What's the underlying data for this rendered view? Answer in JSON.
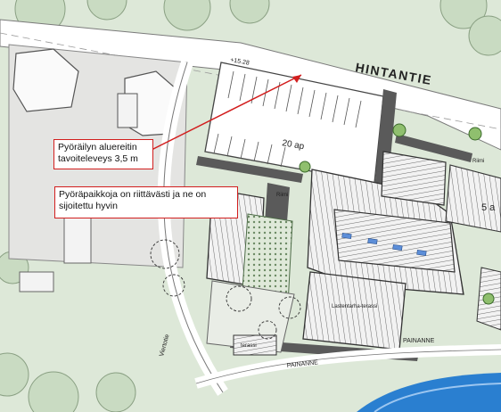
{
  "map": {
    "road_name": "HINTANTIE",
    "parking_label": "20 ap",
    "partial_label": "5 a",
    "elevation_label": "+15.28",
    "terrace_label_1": "terassi",
    "terrace_label_2": "Lastentarha-terassi",
    "footpath_label": "Viertotie",
    "depression_label_1": "PAINANNE",
    "depression_label_2": "PAINANNE",
    "bike_stall_label_1": "Riimi",
    "bike_stall_label_2": "Riimi"
  },
  "annotations": {
    "callout_1": "Pyöräilyn aluereitin tavoiteleveys 3,5 m",
    "callout_2": "Pyöräpaikkoja on riittävästi ja ne on sijoitettu hyvin"
  },
  "colors": {
    "callout_border": "#d21e1e",
    "green_area": "#d7e6d0",
    "water": "#2a7fd0",
    "hatch_dark": "#555555"
  }
}
